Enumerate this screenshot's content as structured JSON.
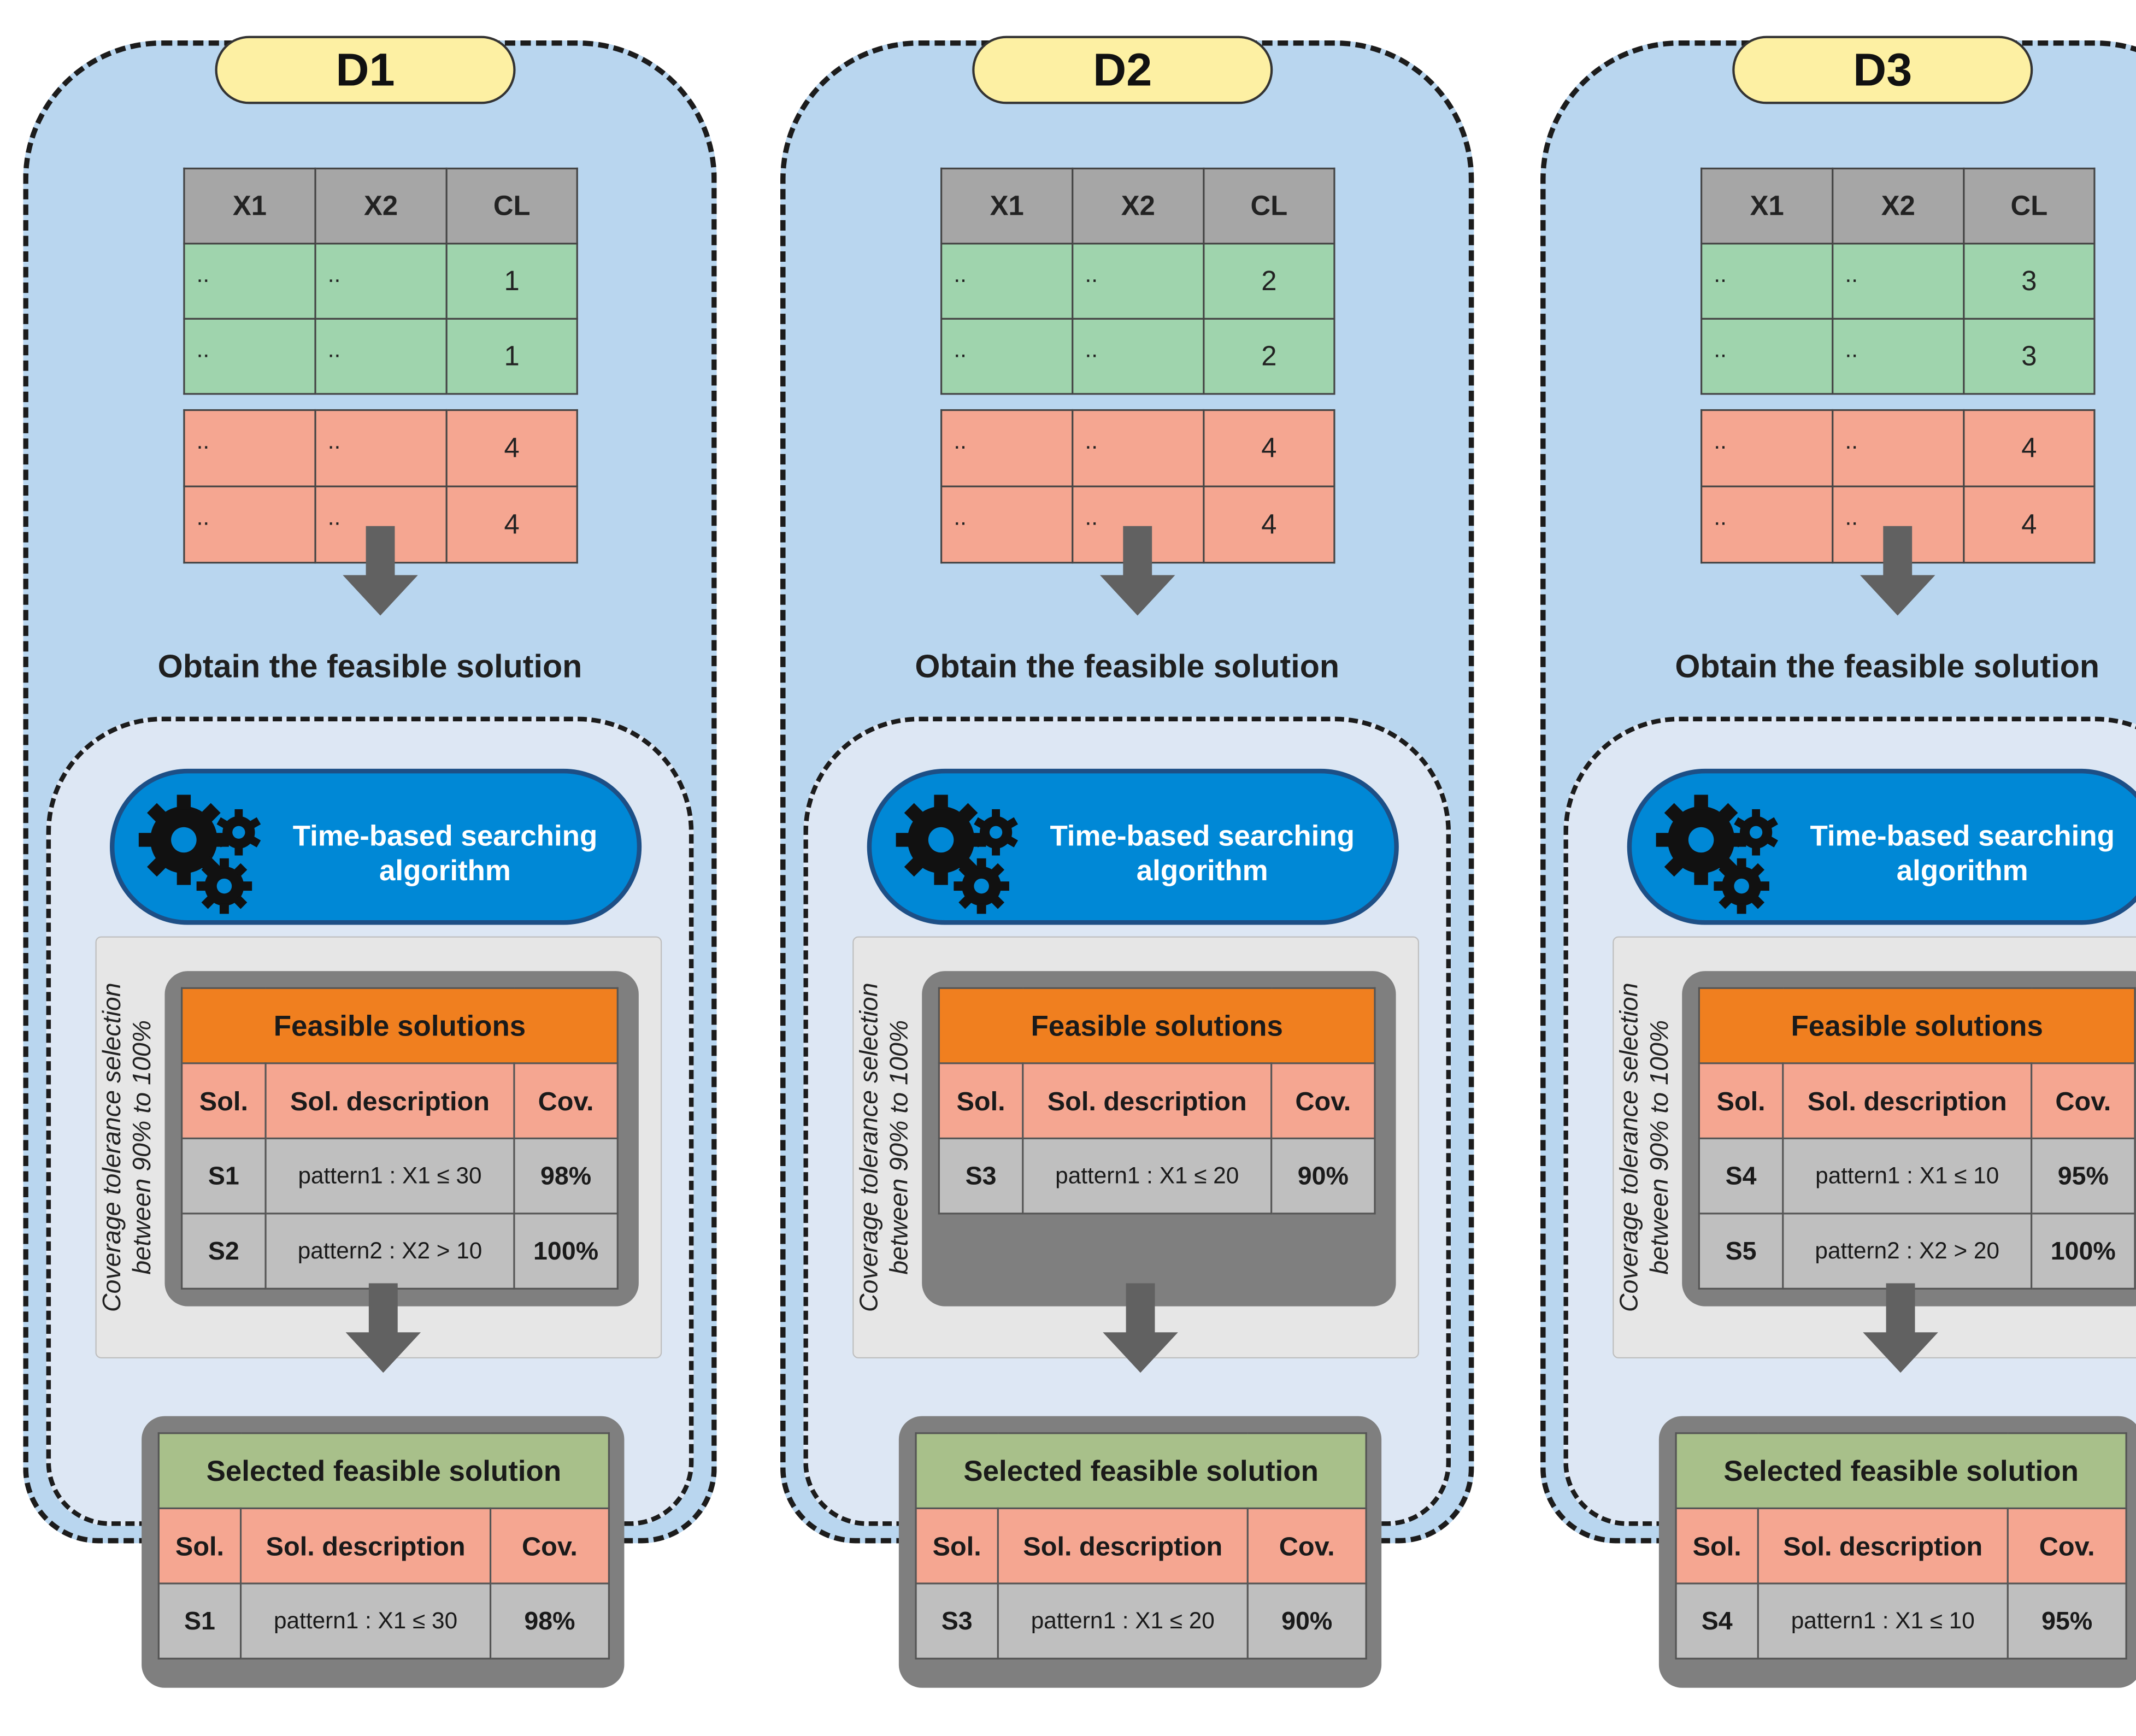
{
  "panels": [
    {
      "title": "D1",
      "data_table": {
        "headers": [
          "X1",
          "X2",
          "CL"
        ],
        "green_rows": [
          [
            "..",
            "..",
            "1"
          ],
          [
            "..",
            "..",
            "1"
          ]
        ],
        "red_rows": [
          [
            "..",
            "..",
            "4"
          ],
          [
            "..",
            "..",
            "4"
          ]
        ]
      },
      "caption": "Obtain the feasible solution",
      "algorithm": "Time-based searching algorithm",
      "coverage_label": "Coverage tolerance selection between 90% to 100%",
      "feasible": {
        "title": "Feasible solutions",
        "headers": [
          "Sol.",
          "Sol. description",
          "Cov."
        ],
        "rows": [
          [
            "S1",
            "pattern1 : X1 ≤ 30",
            "98%"
          ],
          [
            "S2",
            "pattern2 : X2 > 10",
            "100%"
          ]
        ]
      },
      "selected": {
        "title": "Selected feasible solution",
        "headers": [
          "Sol.",
          "Sol. description",
          "Cov."
        ],
        "rows": [
          [
            "S1",
            "pattern1 : X1 ≤ 30",
            "98%"
          ]
        ]
      }
    },
    {
      "title": "D2",
      "data_table": {
        "headers": [
          "X1",
          "X2",
          "CL"
        ],
        "green_rows": [
          [
            "..",
            "..",
            "2"
          ],
          [
            "..",
            "..",
            "2"
          ]
        ],
        "red_rows": [
          [
            "..",
            "..",
            "4"
          ],
          [
            "..",
            "..",
            "4"
          ]
        ]
      },
      "caption": "Obtain the feasible solution",
      "algorithm": "Time-based searching algorithm",
      "coverage_label": "Coverage tolerance selection between 90% to 100%",
      "feasible": {
        "title": "Feasible solutions",
        "headers": [
          "Sol.",
          "Sol. description",
          "Cov."
        ],
        "rows": [
          [
            "S3",
            "pattern1 : X1 ≤ 20",
            "90%"
          ]
        ]
      },
      "selected": {
        "title": "Selected feasible solution",
        "headers": [
          "Sol.",
          "Sol. description",
          "Cov."
        ],
        "rows": [
          [
            "S3",
            "pattern1 : X1 ≤ 20",
            "90%"
          ]
        ]
      }
    },
    {
      "title": "D3",
      "data_table": {
        "headers": [
          "X1",
          "X2",
          "CL"
        ],
        "green_rows": [
          [
            "..",
            "..",
            "3"
          ],
          [
            "..",
            "..",
            "3"
          ]
        ],
        "red_rows": [
          [
            "..",
            "..",
            "4"
          ],
          [
            "..",
            "..",
            "4"
          ]
        ]
      },
      "caption": "Obtain the feasible solution",
      "algorithm": "Time-based searching algorithm",
      "coverage_label": "Coverage tolerance selection between 90% to 100%",
      "feasible": {
        "title": "Feasible solutions",
        "headers": [
          "Sol.",
          "Sol. description",
          "Cov."
        ],
        "rows": [
          [
            "S4",
            "pattern1 : X1 ≤ 10",
            "95%"
          ],
          [
            "S5",
            "pattern2 : X2 > 20",
            "100%"
          ]
        ]
      },
      "selected": {
        "title": "Selected feasible solution",
        "headers": [
          "Sol.",
          "Sol. description",
          "Cov."
        ],
        "rows": [
          [
            "S4",
            "pattern1 : X1 ≤ 10",
            "95%"
          ]
        ]
      }
    }
  ],
  "colors": {
    "panel_bg": "#b9d6ef",
    "title_pill": "#fdf0a3",
    "header_gray": "#a6a6a6",
    "row_green": "#9fd4ad",
    "row_red": "#f5a691",
    "algorithm_blue": "#0088d6",
    "feasible_orange": "#f07f1f",
    "selected_green": "#a8c08a",
    "arrow_gray": "#616161"
  },
  "icons": [
    "gears-icon",
    "down-arrow-icon"
  ]
}
